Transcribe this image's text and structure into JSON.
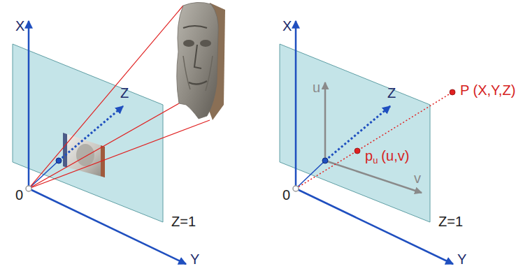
{
  "diagram": {
    "labels": [
      "X",
      "Z",
      "0",
      "Z=1",
      "Y",
      "X",
      "u",
      "Z",
      "P (X,Y,Z)",
      "p",
      "u",
      "(u,v)",
      "0",
      "v",
      "Z=1",
      "Y"
    ]
  }
}
